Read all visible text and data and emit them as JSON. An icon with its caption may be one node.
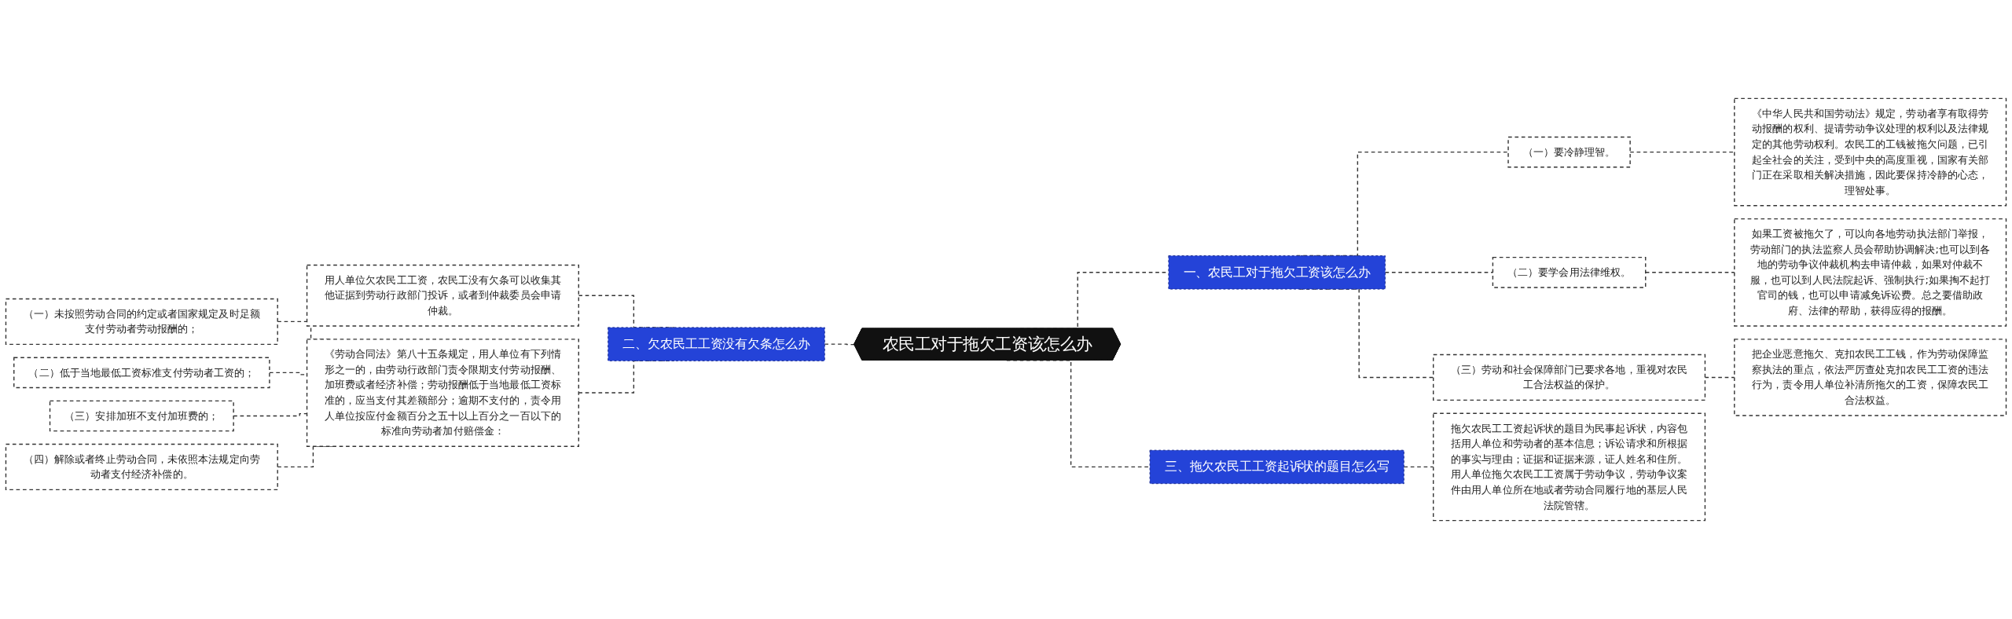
{
  "diagram": {
    "nodes": [
      {
        "text": [
          "农民工对于拖欠工资该怎么办"
        ]
      },
      {
        "text": [
          "一、农民工对于拖欠工资该怎么办"
        ]
      },
      {
        "text": [
          "（一）要冷静理智。"
        ]
      },
      {
        "text": [
          "《中华人民共和国劳动法》规定，劳动者享有取得劳动报酬的权利、提请劳动争议处理的权利以及法律规定的其他劳动权利。农民工的工钱被拖欠问题，已引起全社会的关注，受到中央的高度重视，国家有关部门正在采取相关解决措施，因此要保持冷静的心态，理智处事。"
        ]
      },
      {
        "text": [
          "（二）要学会用法律维权。"
        ]
      },
      {
        "text": [
          "如果工资被拖欠了，可以向各地劳动执法部门举报，劳动部门的执法监察人员会帮助协调解决;也可以到各地的劳动争议仲裁机构去申请仲裁，如果对仲裁不服，也可以到人民法院起诉、强制执行;如果掏不起打官司的钱，也可以申请减免诉讼费。总之要借助政府、法律的帮助，获得应得的报酬。"
        ]
      },
      {
        "text": [
          "（三）劳动和社会保障部门已要求各地，重视对农民工合法权益的保护。"
        ]
      },
      {
        "text": [
          "把企业恶意拖欠、克扣农民工工钱，作为劳动保障监察执法的重点，依法严厉查处克扣农民工工资的违法行为，责令用人单位补清所拖欠的工资，保障农民工合法权益。"
        ]
      },
      {
        "text": [
          "二、欠农民工工资没有欠条怎么办"
        ]
      },
      {
        "text": [
          "用人单位欠农民工工资，农民工没有欠条可以收集其他证据到劳动行政部门投诉，或者到仲裁委员会申请仲裁。"
        ]
      },
      {
        "text": [
          "《劳动合同法》第八十五条规定，用人单位有下列情形之一的，由劳动行政部门责令限期支付劳动报酬、加班费或者经济补偿；劳动报酬低于当地最低工资标准的，应当支付其差额部分；逾期不支付的，责令用人单位按应付金额百分之五十以上百分之一百以下的标准向劳动者加付赔偿金："
        ]
      },
      {
        "text": [
          "（一）未按照劳动合同的约定或者国家规定及时足额支付劳动者劳动报酬的；"
        ]
      },
      {
        "text": [
          "（二）低于当地最低工资标准支付劳动者工资的；"
        ]
      },
      {
        "text": [
          "（三）安排加班不支付加班费的；"
        ]
      },
      {
        "text": [
          "（四）解除或者终止劳动合同，未依照本法规定向劳动者支付经济补偿的。"
        ]
      },
      {
        "text": [
          "三、拖欠农民工工资起诉状的题目怎么写"
        ]
      },
      {
        "text": [
          "拖欠农民工工资起诉状的题目为民事起诉状，内容包括用人单位和劳动者的基本信息；诉讼请求和所根据的事实与理由；证据和证据来源，证人姓名和住所。用人单位拖欠农民工工资属于劳动争议，劳动争议案件由用人单位所在地或者劳动合同履行地的基层人民法院管辖。"
        ]
      }
    ],
    "edges": [
      {
        "from": 0,
        "to": 1,
        "arrow": "none",
        "style": "dashed"
      },
      {
        "from": 1,
        "to": 2,
        "arrow": "none",
        "style": "dashed"
      },
      {
        "from": 2,
        "to": 3,
        "arrow": "none",
        "style": "dashed"
      },
      {
        "from": 1,
        "to": 4,
        "arrow": "none",
        "style": "dashed"
      },
      {
        "from": 4,
        "to": 5,
        "arrow": "none",
        "style": "dashed"
      },
      {
        "from": 1,
        "to": 6,
        "arrow": "none",
        "style": "dashed"
      },
      {
        "from": 6,
        "to": 7,
        "arrow": "none",
        "style": "dashed"
      },
      {
        "from": 0,
        "to": 8,
        "arrow": "none",
        "style": "dashed"
      },
      {
        "from": 8,
        "to": 9,
        "arrow": "none",
        "style": "dashed"
      },
      {
        "from": 8,
        "to": 10,
        "arrow": "none",
        "style": "dashed"
      },
      {
        "from": 10,
        "to": 11,
        "arrow": "none",
        "style": "dashed"
      },
      {
        "from": 10,
        "to": 12,
        "arrow": "none",
        "style": "dashed"
      },
      {
        "from": 10,
        "to": 13,
        "arrow": "none",
        "style": "dashed"
      },
      {
        "from": 10,
        "to": 14,
        "arrow": "none",
        "style": "dashed"
      },
      {
        "from": 0,
        "to": 15,
        "arrow": "none",
        "style": "dashed"
      },
      {
        "from": 15,
        "to": 16,
        "arrow": "none",
        "style": "dashed"
      }
    ]
  }
}
